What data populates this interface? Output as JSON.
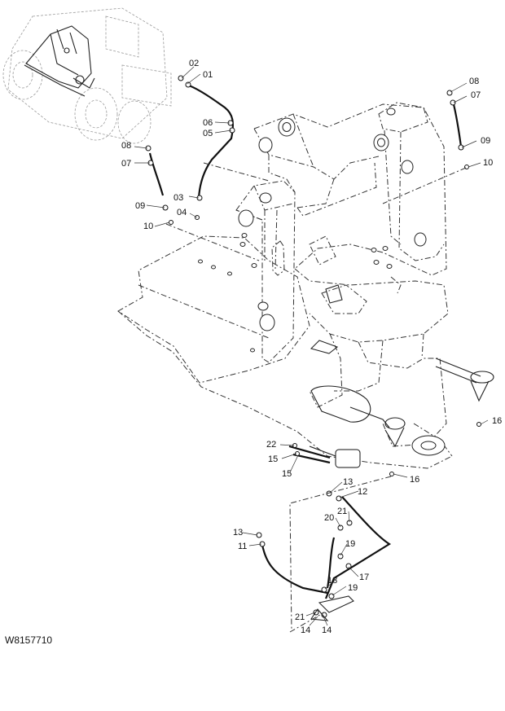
{
  "drawing_code": "W8157710",
  "callouts": [
    "01",
    "02",
    "03",
    "04",
    "05",
    "06",
    "07",
    "08",
    "09",
    "10",
    "11",
    "12",
    "13",
    "14",
    "15",
    "16",
    "17",
    "18",
    "19",
    "20",
    "21",
    "22"
  ]
}
